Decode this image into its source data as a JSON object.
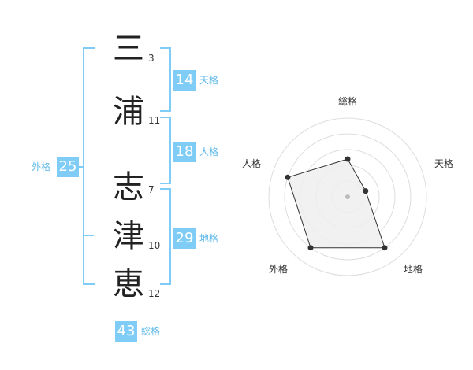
{
  "name": {
    "characters": [
      {
        "char": "三",
        "strokes": "3"
      },
      {
        "char": "浦",
        "strokes": "11"
      },
      {
        "char": "志",
        "strokes": "7"
      },
      {
        "char": "津",
        "strokes": "10"
      },
      {
        "char": "恵",
        "strokes": "12"
      }
    ]
  },
  "fortune": {
    "tenkaku": {
      "value": "14",
      "label": "天格"
    },
    "jinkaku": {
      "value": "18",
      "label": "人格"
    },
    "chikaku": {
      "value": "29",
      "label": "地格"
    },
    "gaikaku": {
      "value": "25",
      "label": "外格"
    },
    "soukaku": {
      "value": "43",
      "label": "総格"
    }
  },
  "chart_data": {
    "type": "radar",
    "axes": [
      "総格",
      "天格",
      "地格",
      "外格",
      "人格"
    ],
    "values": [
      2.4,
      1.2,
      4,
      4,
      4
    ],
    "max": 5,
    "rings": 5,
    "colors": {
      "fill": "#eeeeee",
      "stroke": "#333333",
      "grid": "#dddddd",
      "center": "#bbbbbb"
    }
  },
  "colors": {
    "accent": "#7fcdf7",
    "accent_text": "#5bb8ea"
  }
}
